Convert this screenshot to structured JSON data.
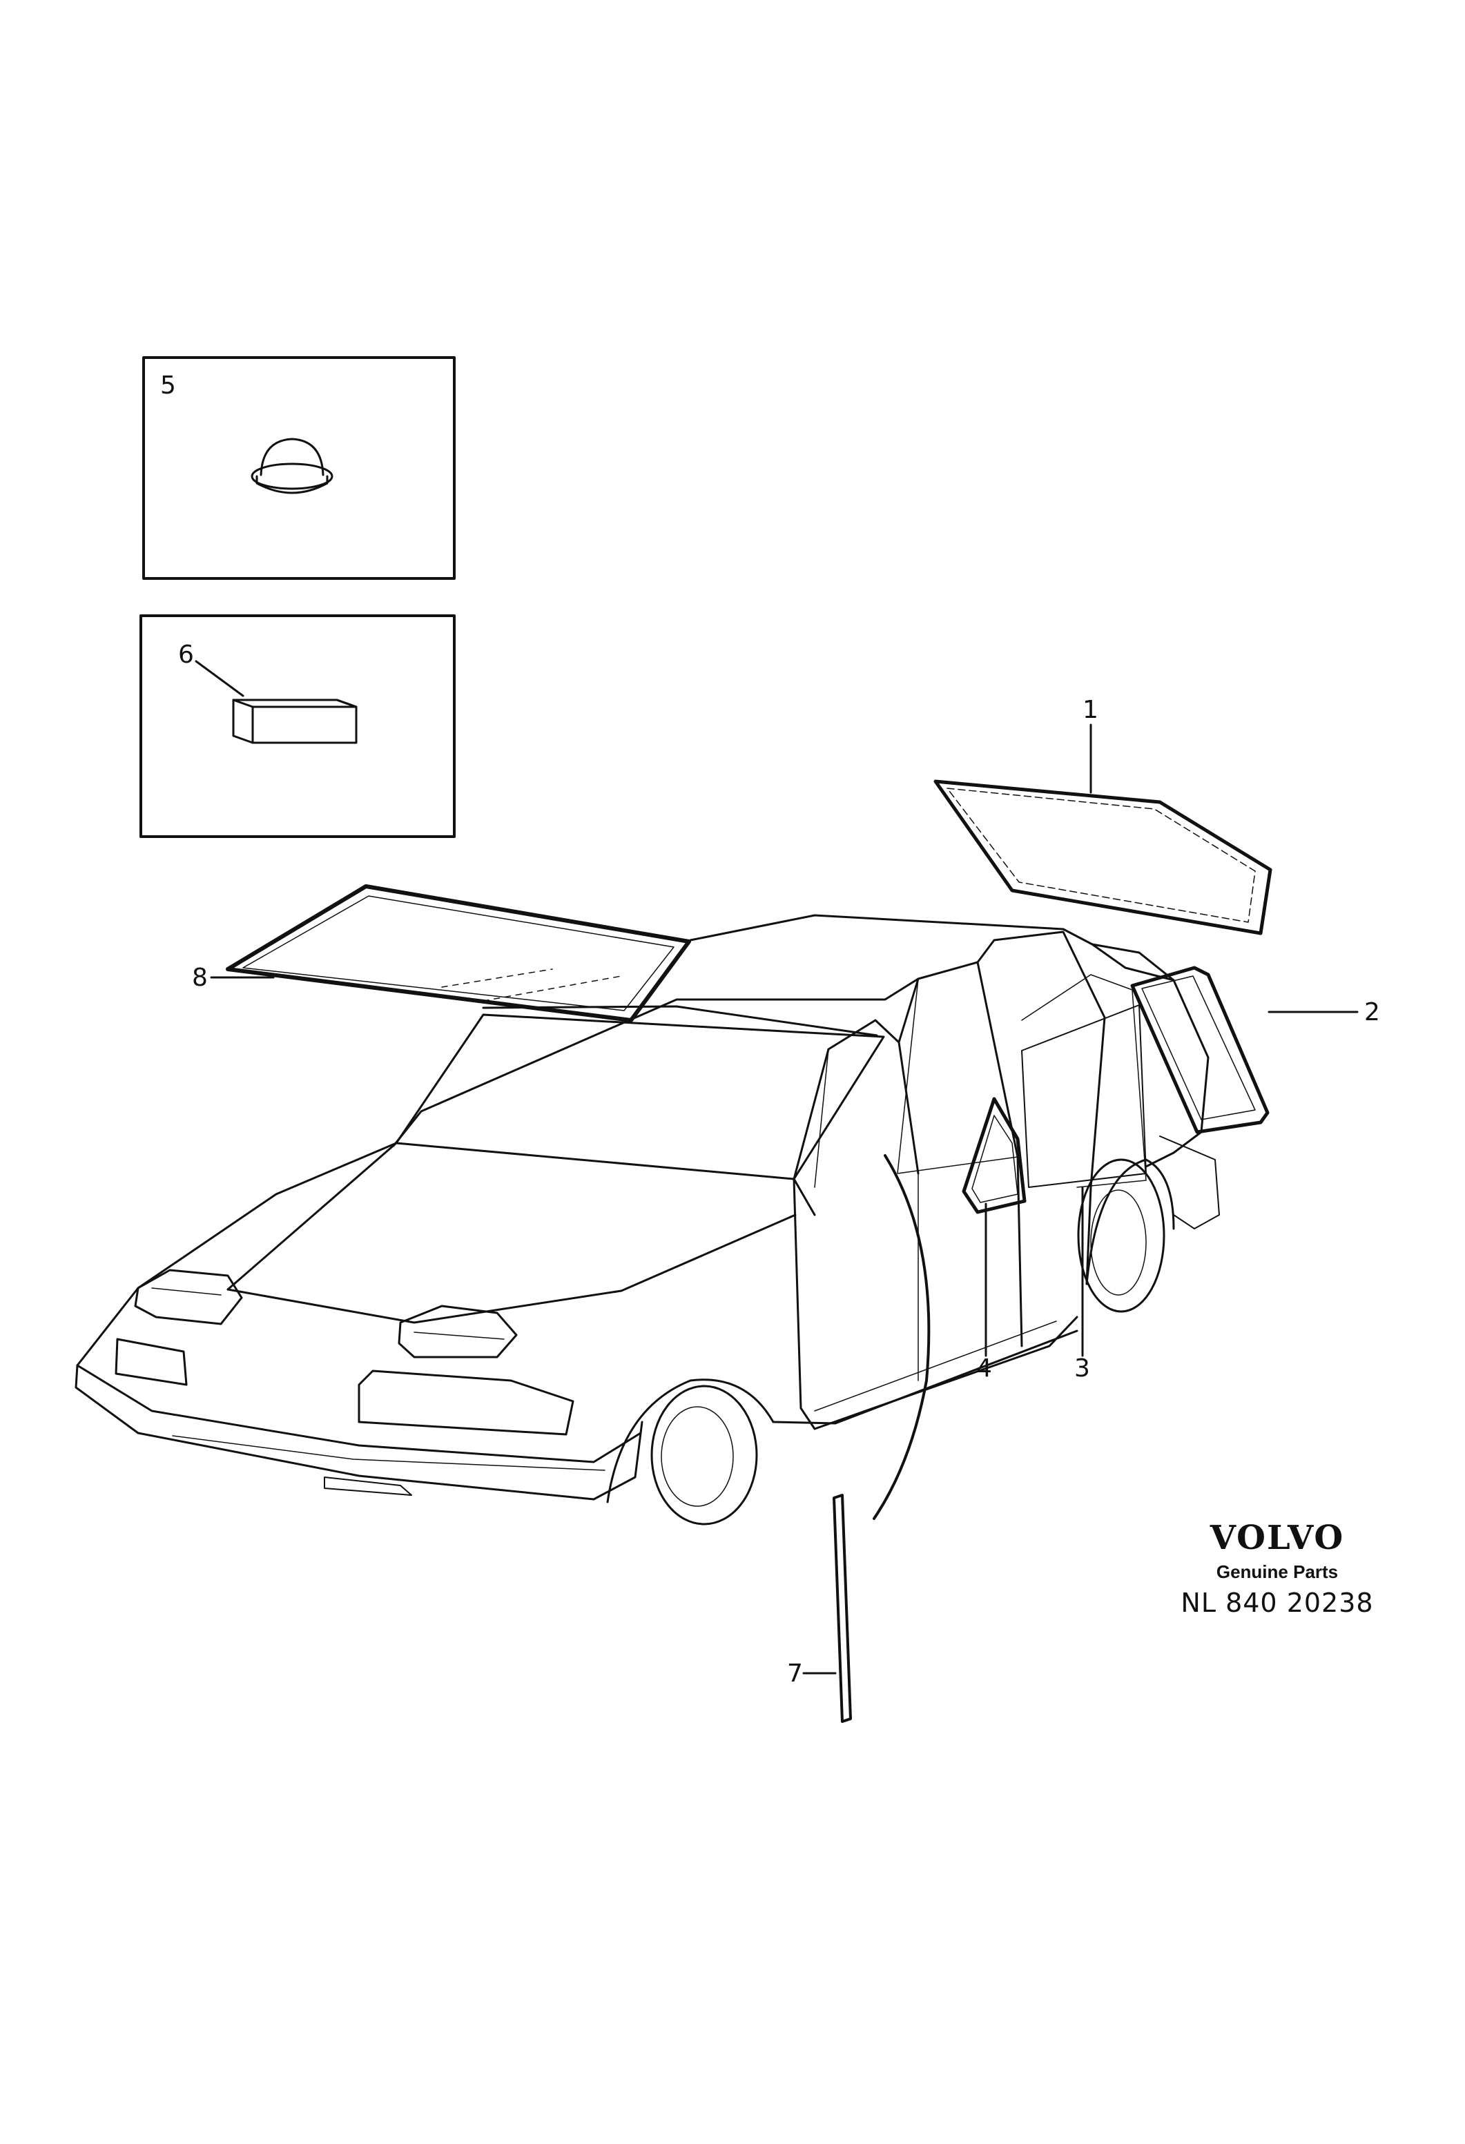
{
  "callouts": {
    "c1": "1",
    "c2": "2",
    "c3": "3",
    "c4": "4",
    "c5": "5",
    "c6": "6",
    "c7": "7",
    "c8": "8"
  },
  "branding": {
    "logo": "VOLVO",
    "tagline": "Genuine Parts",
    "reference": "NL 840 20238"
  },
  "colors": {
    "line": "#111111",
    "background": "#ffffff"
  }
}
